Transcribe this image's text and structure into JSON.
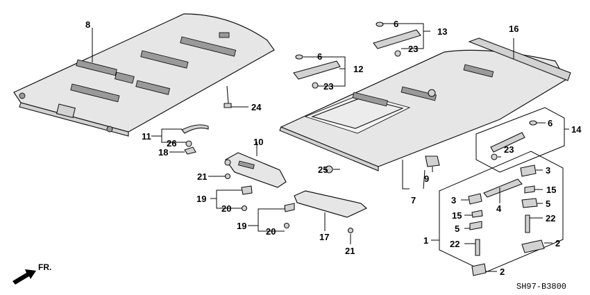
{
  "diagram_code": "SH97-B3800",
  "front_indicator": "FR.",
  "callouts": [
    "8",
    "11",
    "26",
    "18",
    "24",
    "10",
    "21",
    "19",
    "20",
    "19",
    "20",
    "17",
    "21",
    "6",
    "12",
    "23",
    "6",
    "13",
    "23",
    "16",
    "25",
    "9",
    "7",
    "6",
    "14",
    "23",
    "3",
    "15",
    "4",
    "3",
    "5",
    "15",
    "5",
    "22",
    "1",
    "22",
    "2",
    "2"
  ]
}
